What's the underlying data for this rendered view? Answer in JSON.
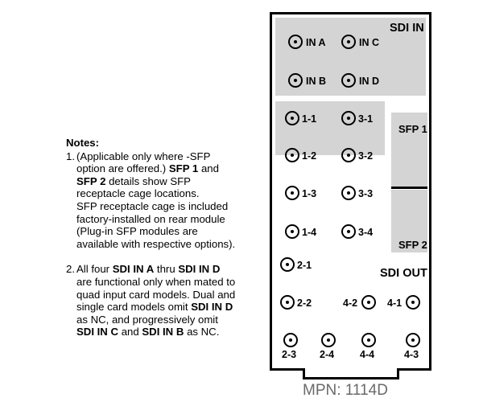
{
  "notes": {
    "title": "Notes:",
    "note1": {
      "num": "1.",
      "line1": "(Applicable only where -SFP",
      "line2a": "option are offered.) ",
      "line2b": "SFP 1",
      "line2c": " and",
      "line3a": "SFP 2",
      "line3b": " details show SFP",
      "line4": "receptacle cage locations.",
      "line5": "SFP receptacle cage is included",
      "line6": "factory-installed on rear module",
      "line7": "(Plug-in SFP modules are",
      "line8": "available with respective options)."
    },
    "note2": {
      "num": "2.",
      "line1a": "All four ",
      "line1b": "SDI IN A",
      "line1c": " thru ",
      "line1d": "SDI IN D",
      "line2": "are functional only when mated to",
      "line3": "quad input card models. Dual and",
      "line4a": "single card models omit ",
      "line4b": "SDI IN D",
      "line5": "as NC, and progressively omit",
      "line6a": "SDI IN C",
      "line6b": " and ",
      "line6c": "SDI IN B",
      "line6d": " as NC."
    }
  },
  "panel": {
    "sdi_in_title": "SDI IN",
    "sdi_out_title": "SDI OUT",
    "sfp1": "SFP 1",
    "sfp2": "SFP 2",
    "inputs": [
      "IN A",
      "IN C",
      "IN B",
      "IN D"
    ],
    "outputs": [
      "1-1",
      "3-1",
      "1-2",
      "3-2",
      "1-3",
      "3-3",
      "1-4",
      "3-4",
      "2-1",
      "2-2",
      "4-2",
      "4-1",
      "2-3",
      "2-4",
      "4-4",
      "4-3"
    ]
  },
  "mpn": "MPN: 1114D"
}
